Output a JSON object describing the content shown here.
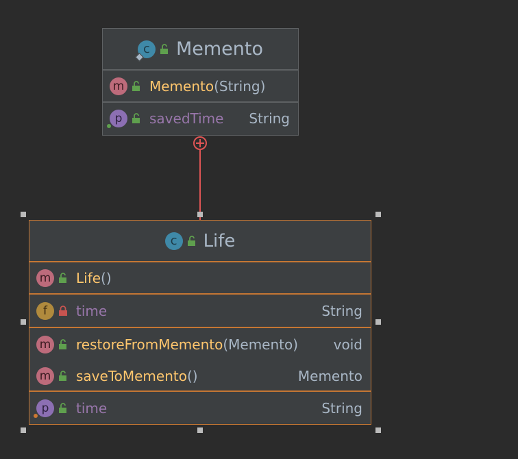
{
  "colors": {
    "background": "#2b2b2b",
    "box_fill": "#3c3f41",
    "box_border": "#5e6163",
    "selected_border": "#c57633",
    "connector": "#e05555",
    "method_name": "#ffc66d",
    "field_name": "#9876aa",
    "type_text": "#a9b7c6",
    "void_text": "#cc7832"
  },
  "memento": {
    "icon": "class-icon",
    "title": "Memento",
    "methods": [
      {
        "icon": "method-icon",
        "visibility": "public",
        "name": "Memento",
        "params": "(String)"
      }
    ],
    "properties": [
      {
        "icon": "property-icon",
        "visibility": "public",
        "name": "savedTime",
        "type": "String"
      }
    ]
  },
  "life": {
    "icon": "class-icon",
    "title": "Life",
    "constructors": [
      {
        "icon": "method-icon",
        "visibility": "public",
        "name": "Life",
        "params": "()"
      }
    ],
    "fields": [
      {
        "icon": "field-icon",
        "visibility": "private",
        "name": "time",
        "type": "String"
      }
    ],
    "methods": [
      {
        "icon": "method-icon",
        "visibility": "public",
        "name": "restoreFromMemento",
        "params": "(Memento)",
        "type": "void"
      },
      {
        "icon": "method-icon",
        "visibility": "public",
        "name": "saveToMemento",
        "params": "()",
        "type": "Memento"
      }
    ],
    "properties": [
      {
        "icon": "property-icon",
        "visibility": "public",
        "name": "time",
        "type": "String"
      }
    ]
  },
  "relation": {
    "kind": "inner-class",
    "from": "Memento",
    "to": "Life",
    "symbol": "circle-plus-icon"
  }
}
